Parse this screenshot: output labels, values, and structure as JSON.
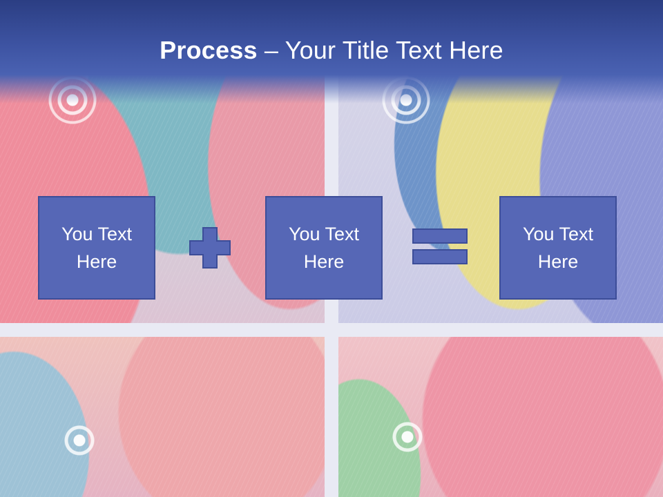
{
  "slide": {
    "title_bold": "Process",
    "title_separator": " – ",
    "title_rest": "Your Title Text Here"
  },
  "boxes": [
    {
      "text": "You Text Here"
    },
    {
      "text": "You Text Here"
    },
    {
      "text": "You Text Here"
    }
  ],
  "operators": [
    "plus-icon",
    "equals-icon"
  ],
  "colors": {
    "title_bar": "#3e54a3",
    "box_fill": "#5667b6",
    "box_border": "#3c4d98",
    "text": "#ffffff"
  }
}
